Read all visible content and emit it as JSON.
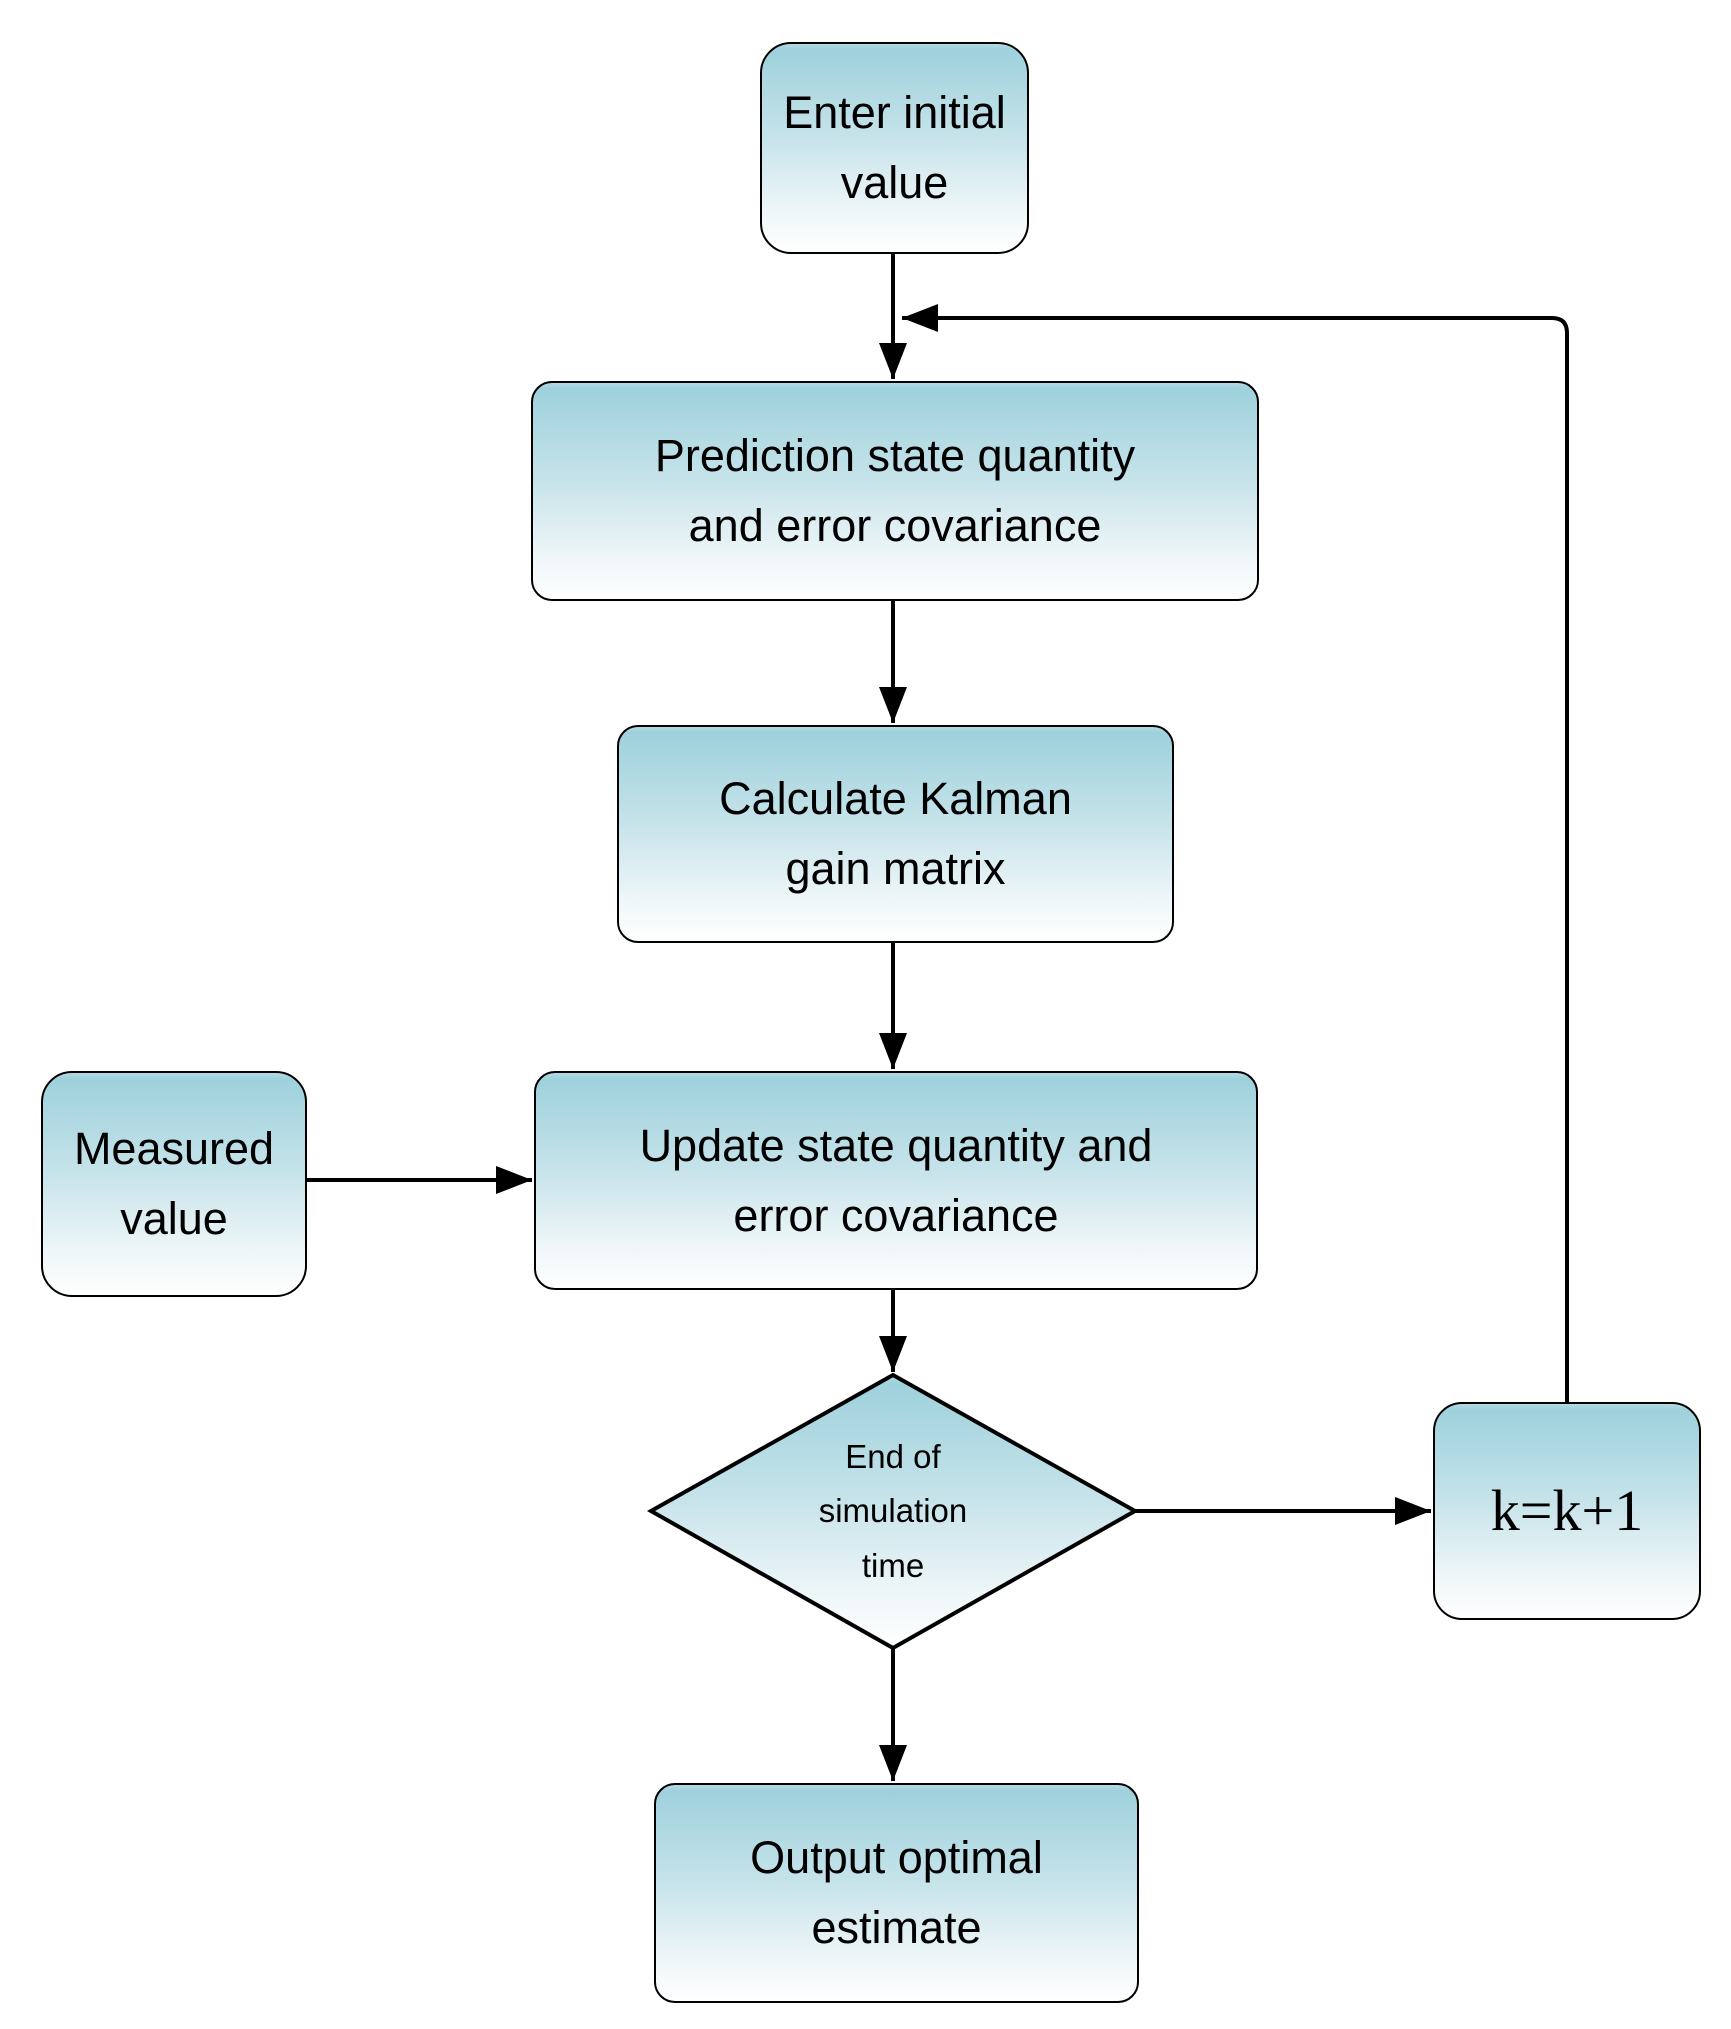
{
  "diagram": {
    "type": "flowchart",
    "colors": {
      "node_fill_top": "#9ed1dc",
      "node_fill_mid": "#c6e3ea",
      "node_fill_bottom": "#ffffff",
      "node_border": "#000000",
      "connector": "#000000",
      "text": "#000000",
      "background": "#ffffff"
    },
    "nodes": {
      "enter_initial": {
        "shape": "rounded-rect",
        "label": "Enter initial value",
        "lines": [
          "Enter initial",
          "value"
        ]
      },
      "prediction": {
        "shape": "rounded-rect",
        "label": "Prediction state quantity and error covariance",
        "lines": [
          "Prediction state quantity",
          "and error covariance"
        ]
      },
      "kalman_gain": {
        "shape": "rounded-rect",
        "label": "Calculate Kalman gain matrix",
        "lines": [
          "Calculate Kalman",
          "gain matrix"
        ]
      },
      "update": {
        "shape": "rounded-rect",
        "label": "Update state quantity and error covariance",
        "lines": [
          "Update state quantity and",
          "error covariance"
        ]
      },
      "measured": {
        "shape": "rounded-rect",
        "label": "Measured value",
        "lines": [
          "Measured",
          "value"
        ]
      },
      "decision": {
        "shape": "diamond",
        "label": "End of simulation time",
        "lines": [
          "End of",
          "simulation",
          "time"
        ]
      },
      "increment": {
        "shape": "rounded-rect",
        "label": "k=k+1",
        "lines": [
          "k=k+1"
        ]
      },
      "output": {
        "shape": "rounded-rect",
        "label": "Output optimal estimate",
        "lines": [
          "Output optimal",
          "estimate"
        ]
      }
    },
    "edges": [
      {
        "from": "enter_initial",
        "to": "prediction"
      },
      {
        "from": "prediction",
        "to": "kalman_gain"
      },
      {
        "from": "kalman_gain",
        "to": "update"
      },
      {
        "from": "measured",
        "to": "update"
      },
      {
        "from": "update",
        "to": "decision"
      },
      {
        "from": "decision",
        "to": "increment"
      },
      {
        "from": "decision",
        "to": "output"
      },
      {
        "from": "increment",
        "to": "prediction",
        "note": "feedback loop rejoining arrow above prediction box"
      }
    ]
  }
}
